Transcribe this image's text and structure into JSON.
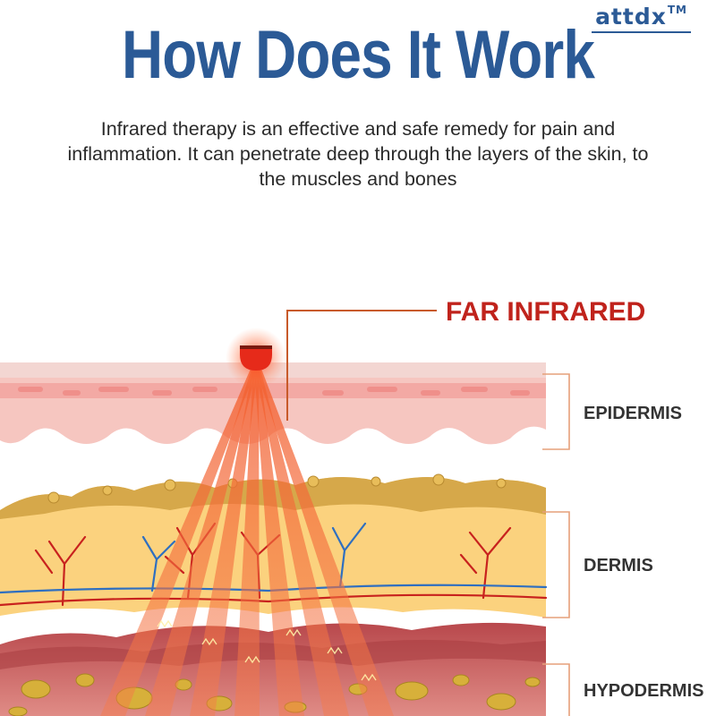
{
  "brand": {
    "name": "attdx",
    "trademark": "TM"
  },
  "title": "How Does It Work",
  "subtitle": "Infrared therapy is an effective and safe remedy for pain and inflammation. It can penetrate deep through the layers of the skin, to the muscles and bones",
  "diagram": {
    "emitter_label": "FAR INFRARED",
    "layers": [
      {
        "name": "EPIDERMIS",
        "color": "#f6c6c0"
      },
      {
        "name": "DERMIS",
        "color": "#fbd27e"
      },
      {
        "name": "HYPODERMIS",
        "color": "#d7787a"
      }
    ],
    "colors": {
      "beam": "#f06a3a",
      "emitter": "#e62a1a",
      "label_line": "#c85a2a",
      "artery": "#c8221e",
      "vein": "#2f6fc0",
      "bracket": "#e6a07a"
    }
  }
}
